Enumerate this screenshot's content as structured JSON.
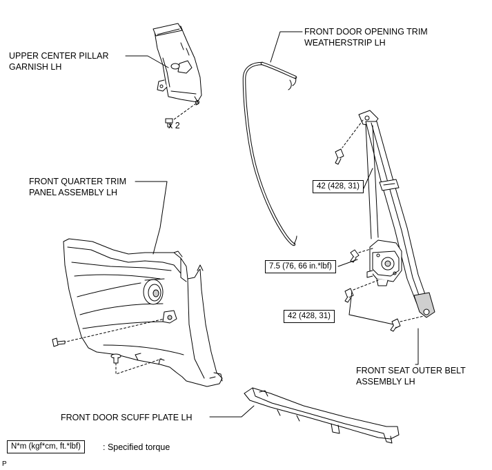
{
  "labels": {
    "upper_center_pillar": [
      "UPPER CENTER PILLAR",
      "GARNISH LH"
    ],
    "front_door_opening_trim": [
      "FRONT DOOR OPENING TRIM",
      "WEATHERSTRIP LH"
    ],
    "front_quarter_trim": [
      "FRONT QUARTER TRIM",
      "PANEL ASSEMBLY LH"
    ],
    "front_seat_outer_belt": [
      "FRONT SEAT OUTER BELT",
      "ASSEMBLY LH"
    ],
    "front_door_scuff": "FRONT DOOR SCUFF PLATE LH",
    "quantity": "x 2",
    "corner_mark": "P"
  },
  "torques": {
    "upper_anchor": "42 (428, 31)",
    "retractor": "7.5 (76, 66 in.*lbf)",
    "lower_anchor": "42 (428, 31)"
  },
  "legend": {
    "unit": "N*m (kgf*cm, ft.*lbf)",
    "description": ": Specified torque"
  },
  "colors": {
    "line": "#000000",
    "part_fill": "#ffffff",
    "shade": "#cfcfcf"
  }
}
